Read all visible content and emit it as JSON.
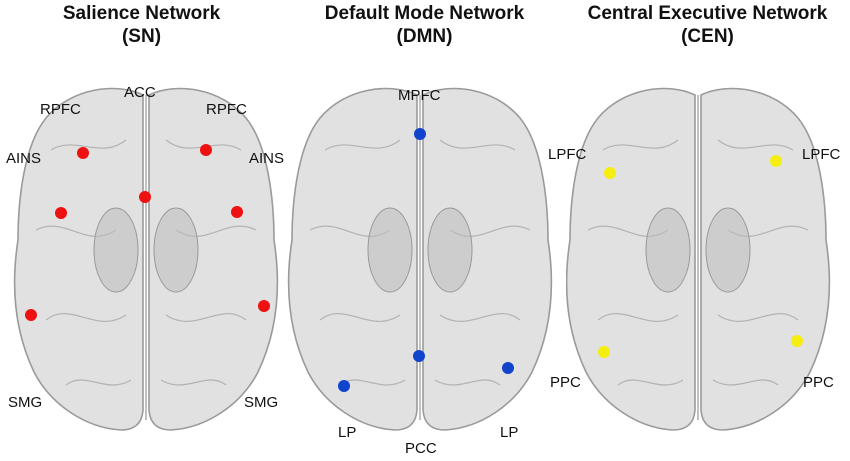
{
  "panels": [
    {
      "title": "Salience Network",
      "abbr": "(SN)",
      "dot_color": "#ee1111",
      "labels": [
        "ACC",
        "RPFC",
        "RPFC",
        "AINS",
        "AINS",
        "SMG",
        "SMG"
      ]
    },
    {
      "title": "Default Mode Network",
      "abbr": "(DMN)",
      "dot_color": "#1144cc",
      "labels": [
        "MPFC",
        "LP",
        "PCC",
        "LP"
      ]
    },
    {
      "title": "Central Executive Network",
      "abbr": "(CEN)",
      "dot_color": "#f5ee10",
      "labels": [
        "LPFC",
        "LPFC",
        "PPC",
        "PPC"
      ]
    }
  ]
}
